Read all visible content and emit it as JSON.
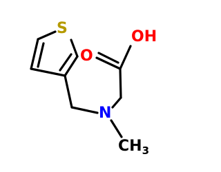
{
  "molecule": {
    "atoms": {
      "sulfur": {
        "symbol": "S",
        "color": "#b59a00"
      },
      "hydroxyl": {
        "symbol": "OH",
        "color": "#ff0000"
      },
      "carbonyl_oxygen": {
        "symbol": "O",
        "color": "#ff0000"
      },
      "nitrogen": {
        "symbol": "N",
        "color": "#0000ff"
      },
      "methyl": {
        "symbol": "CH",
        "subscript": "3",
        "color": "#000000"
      }
    },
    "bond_color": "#000000"
  }
}
